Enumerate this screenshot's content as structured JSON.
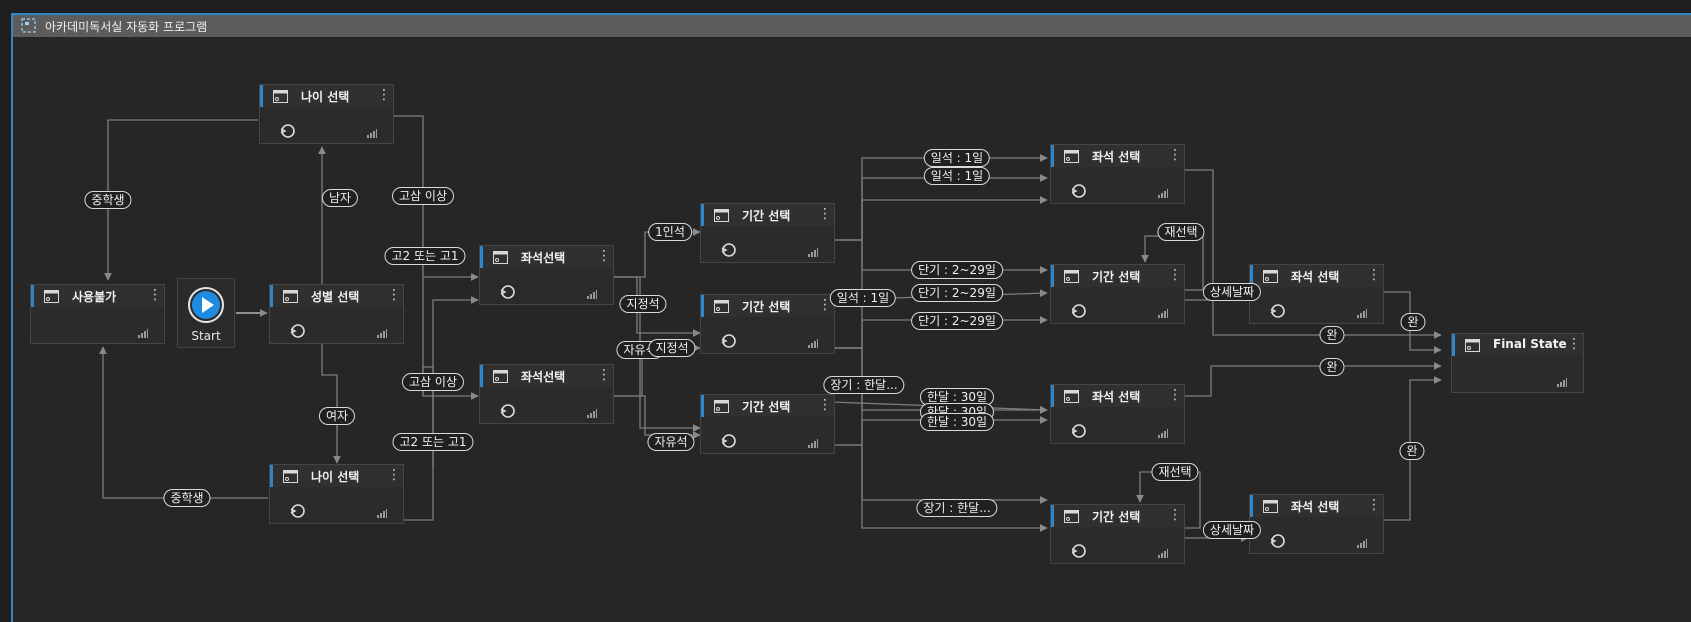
{
  "window_title": "아카데미독서실 자동화 프로그램",
  "start_label": "Start",
  "nodes": {
    "age_top": "나이 선택",
    "unavailable": "사용불가",
    "gender": "성별 선택",
    "age_bottom": "나이 선택",
    "seat_a": "좌석선택",
    "seat_b": "좌석선택",
    "period_1": "기간 선택",
    "period_2": "기간 선택",
    "period_3": "기간 선택",
    "seat_r1": "좌석 선택",
    "period_r2": "기간 선택",
    "seat_r3": "좌석 선택",
    "period_r4": "기간 선택",
    "seat_f1": "좌석 선택",
    "seat_f2": "좌석 선택",
    "final": "Final State"
  },
  "labels": {
    "middle_school_top": "중학생",
    "male": "남자",
    "high3_top": "고삼 이상",
    "high2_top": "고2 또는 고1",
    "female": "여자",
    "high3_bottom": "고삼 이상",
    "high2_bottom": "고2 또는 고1",
    "middle_school_bottom": "중학생",
    "one_person": "1인석",
    "designated_1": "지정석",
    "free_1": "자유석",
    "designated_2": "지정석",
    "free_2": "자유석",
    "daily_1": "일석 : 1일",
    "daily_2": "일석 : 1일",
    "daily_3": "일석 : 1일",
    "short_1": "단기 : 2~29일",
    "short_2": "단기 : 2~29일",
    "short_3": "단기 : 2~29일",
    "long_1": "장기 : 한달...",
    "month_1": "한달 : 30일",
    "month_2": "한달 : 30일",
    "month_3": "한달 : 30일",
    "long_2": "장기 : 한달...",
    "reselect_1": "재선택",
    "detail_date_1": "상세날짜",
    "reselect_2": "재선택",
    "detail_date_2": "상세날짜",
    "done_1": "완",
    "done_2": "완",
    "done_3": "완",
    "done_4": "완"
  },
  "colors": {
    "background": "#1e1e1e",
    "canvas": "#262626",
    "accent": "#2f86c9",
    "node": "#2b2b2b",
    "edge": "#8a8a8a",
    "start_fill": "#1f8be0"
  },
  "icons": {
    "window": "window-icon",
    "state": "state-icon",
    "entry": "entry-icon",
    "bars": "bars-icon",
    "menu": "more-vertical-icon",
    "play": "play-icon"
  }
}
